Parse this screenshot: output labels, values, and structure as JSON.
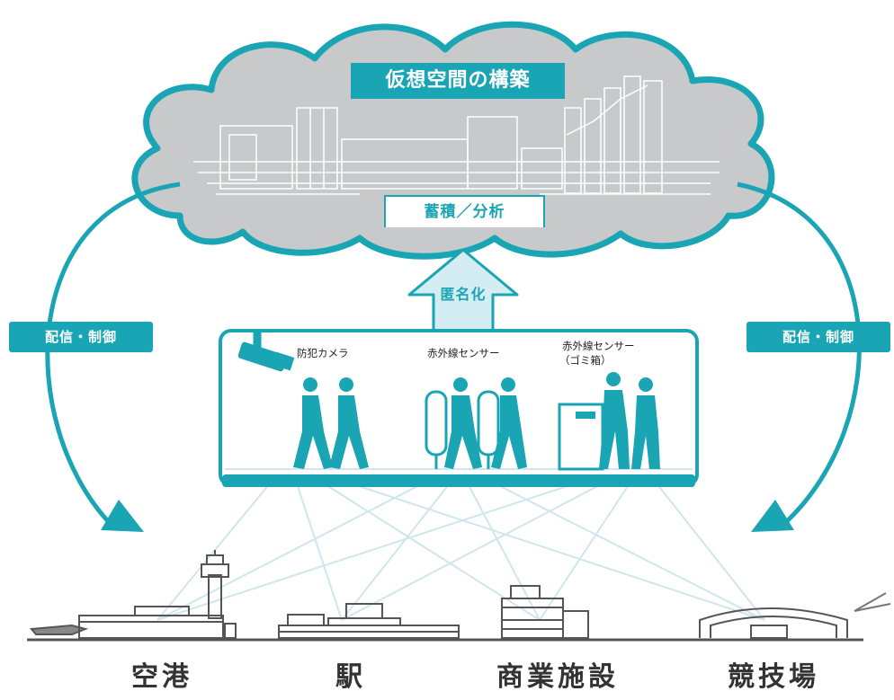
{
  "cloud": {
    "title": "仮想空間の構築",
    "storage_label": "蓄積／分析"
  },
  "anonymize_label": "匿名化",
  "distribution": {
    "left_label": "配信・制御",
    "right_label": "配信・制御"
  },
  "devices": [
    {
      "label": "防犯カメラ",
      "icon": "security-camera-icon"
    },
    {
      "label": "赤外線センサー",
      "icon": "infrared-gate-icon"
    },
    {
      "label": "赤外線センサー",
      "sub_label": "（ゴミ箱）",
      "icon": "trash-bin-sensor-icon"
    }
  ],
  "locations": [
    {
      "label": "空港",
      "icon": "airport-icon"
    },
    {
      "label": "駅",
      "icon": "station-icon"
    },
    {
      "label": "商業施設",
      "icon": "commercial-facility-icon"
    },
    {
      "label": "競技場",
      "icon": "stadium-icon"
    }
  ],
  "colors": {
    "accent": "#19a5b4",
    "cloud": "#c8c9ca",
    "arrow_fill": "#d3edf2",
    "lines": "#cfe6ec"
  }
}
